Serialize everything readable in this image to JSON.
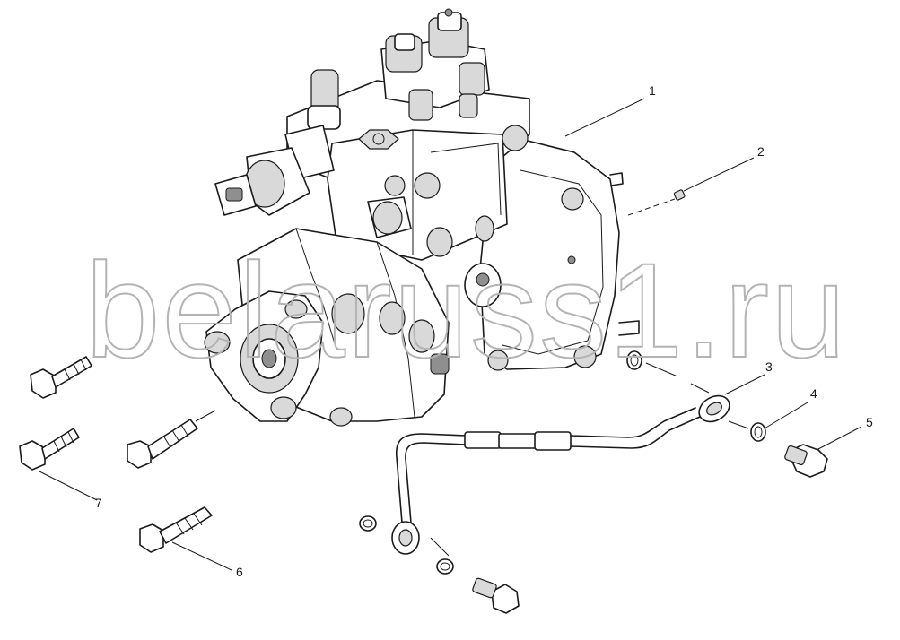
{
  "watermark": "belaruss1.ru",
  "callouts": [
    "1",
    "2",
    "3",
    "4",
    "5",
    "6",
    "7"
  ],
  "colors": {
    "line": "#1a1a1a",
    "watermark": "#b3b3b3",
    "background": "#ffffff"
  }
}
